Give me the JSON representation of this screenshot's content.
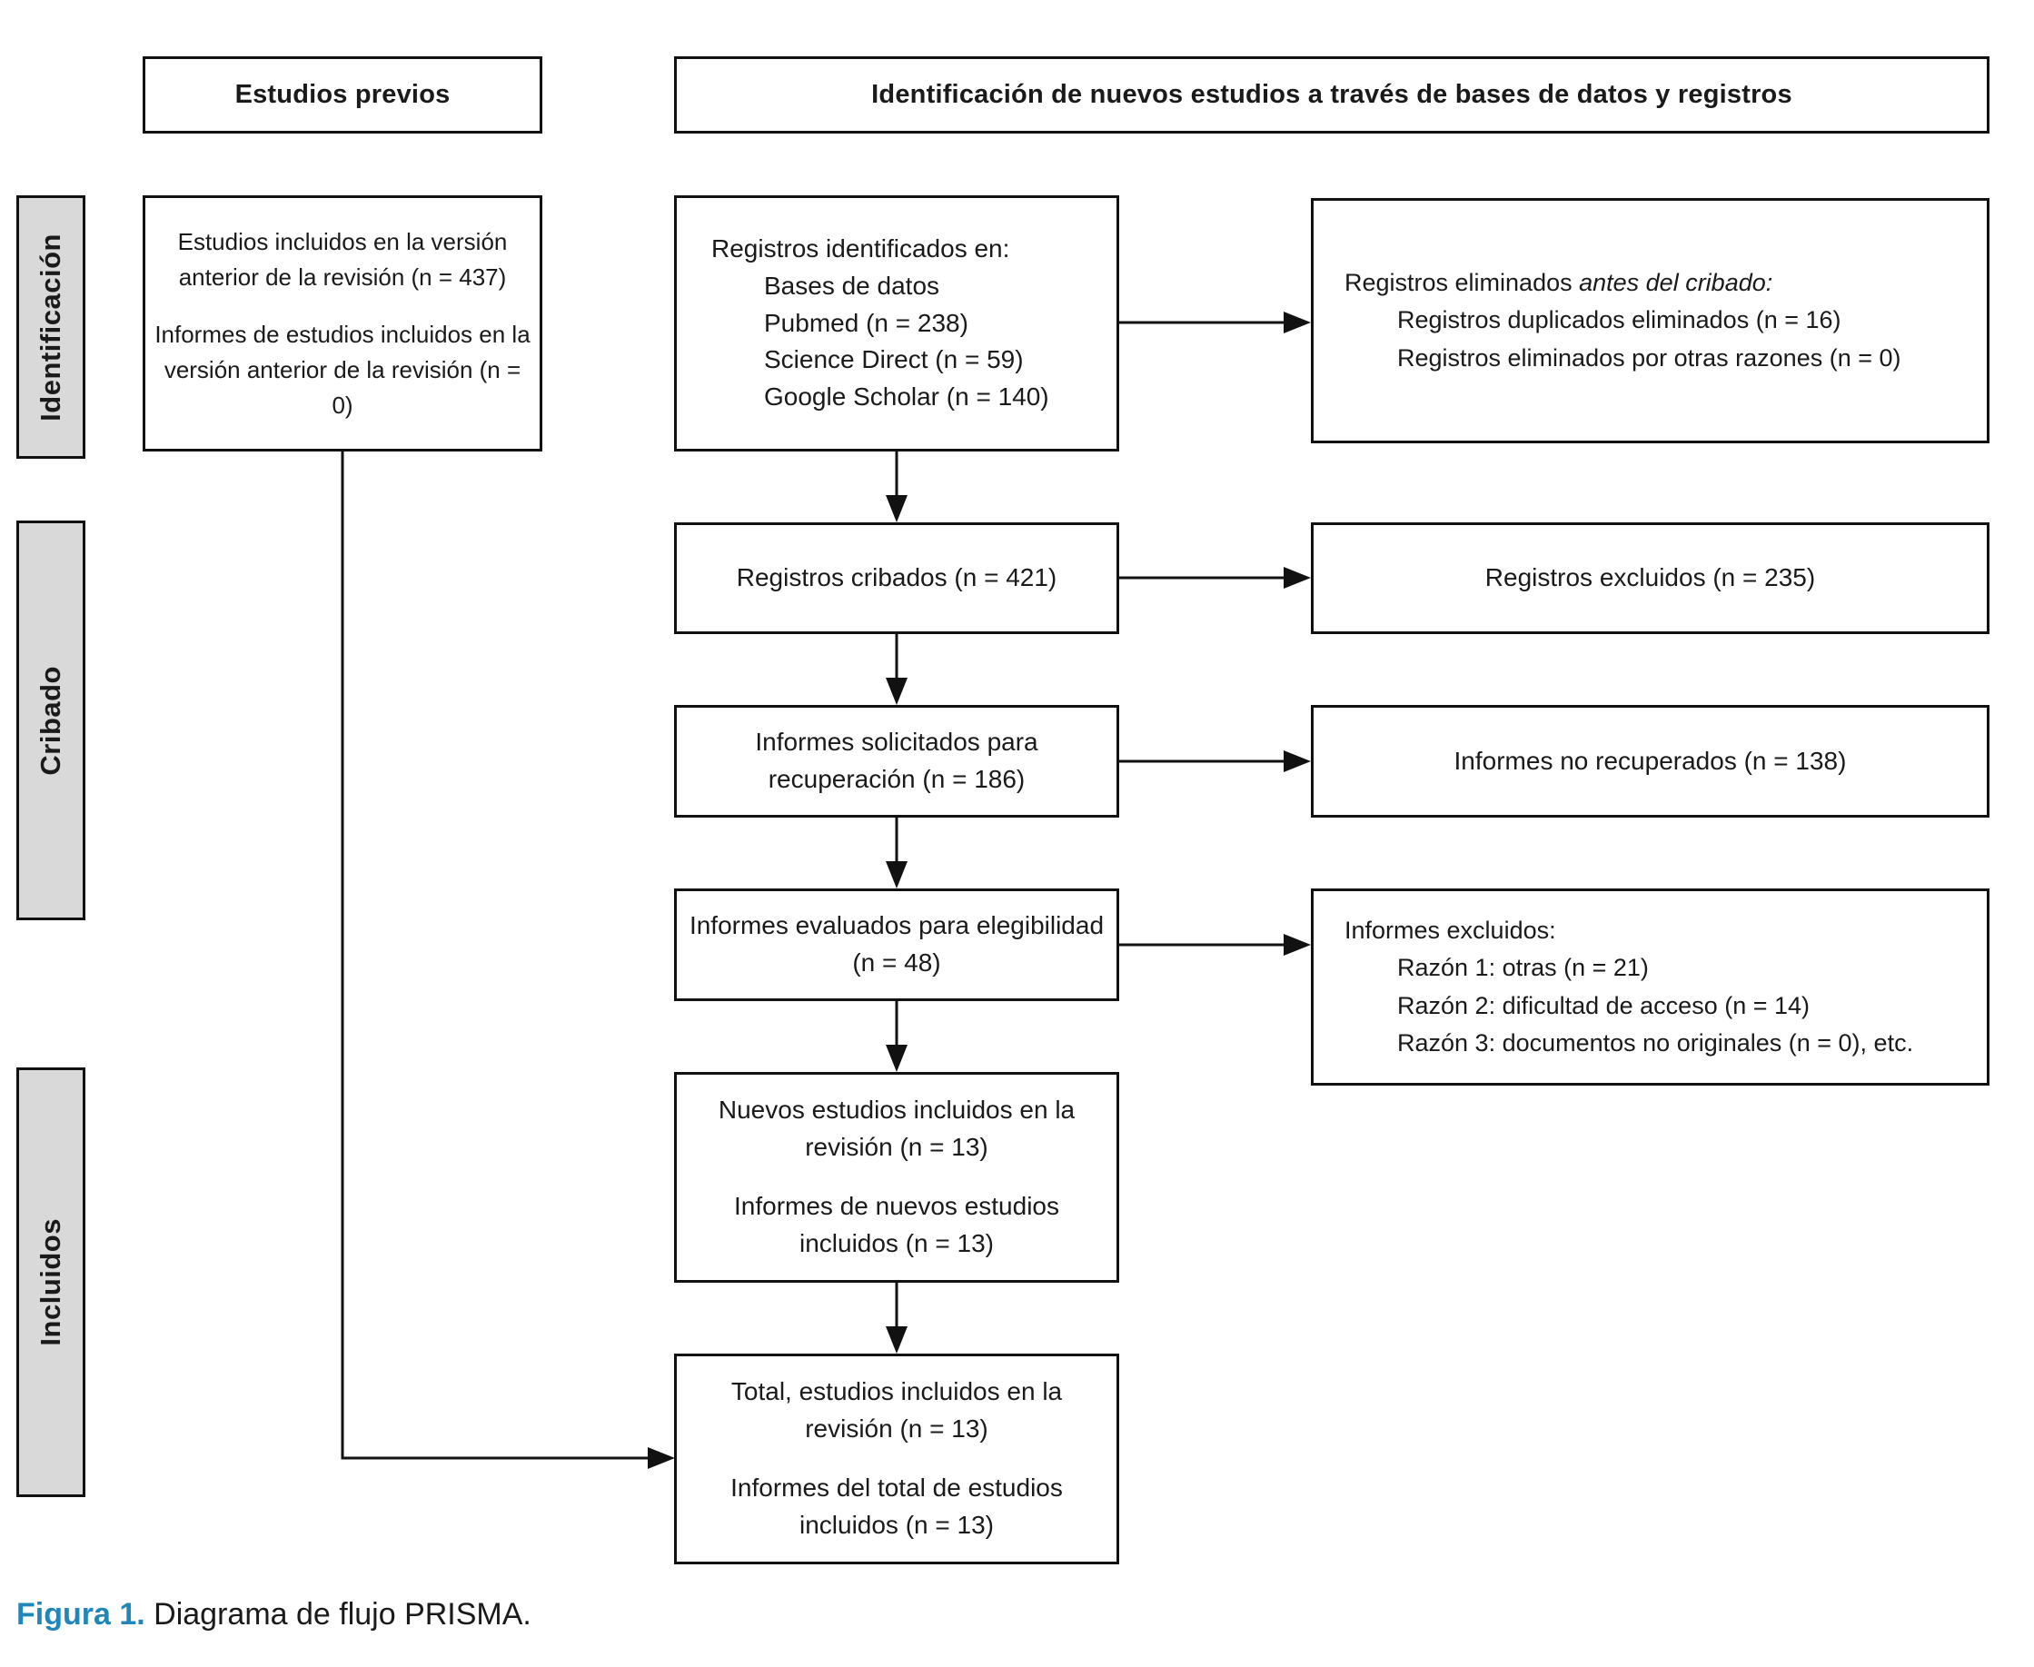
{
  "figure": {
    "caption_label": "Figura 1.",
    "caption_text": "Diagrama de flujo PRISMA."
  },
  "headers": {
    "previous_studies": "Estudios previos",
    "new_studies": "Identificación de nuevos estudios a través de bases de datos y registros"
  },
  "stage_labels": {
    "identification": "Identificación",
    "screening": "Cribado",
    "included": "Incluidos"
  },
  "boxes": {
    "previous_included": {
      "line1": "Estudios incluidos en la versión anterior de la revisión (n = 437)",
      "line2": "Informes de estudios incluidos en la versión anterior de la revisión (n = 0)"
    },
    "records_identified": {
      "title": "Registros identificados en:",
      "items": [
        "Bases de datos",
        "Pubmed (n = 238)",
        "Science Direct (n = 59)",
        "Google Scholar (n = 140)"
      ]
    },
    "records_removed": {
      "title_plain": "Registros eliminados ",
      "title_italic": "antes del cribado:",
      "items": [
        "Registros duplicados eliminados (n = 16)",
        "Registros eliminados por otras razones (n = 0)"
      ]
    },
    "records_screened": "Registros cribados (n = 421)",
    "records_excluded": "Registros excluidos (n = 235)",
    "reports_sought": "Informes solicitados para recuperación (n = 186)",
    "reports_not_retrieved": "Informes no recuperados (n = 138)",
    "reports_assessed": "Informes evaluados para elegibilidad (n = 48)",
    "reports_excluded": {
      "title": "Informes excluidos:",
      "items": [
        "Razón 1: otras (n = 21)",
        "Razón 2: dificultad de acceso (n = 14)",
        "Razón 3: documentos no originales (n = 0), etc."
      ]
    },
    "new_studies_included": {
      "line1": "Nuevos estudios incluidos en la revisión (n = 13)",
      "line2": "Informes de nuevos estudios incluidos (n = 13)"
    },
    "total_included": {
      "line1": "Total, estudios incluidos en la revisión (n = 13)",
      "line2": "Informes del total de estudios incluidos (n = 13)"
    }
  },
  "colors": {
    "accent_blue": "#2187ba",
    "sidebar_fill": "#d9d9d9",
    "line_black": "#111111"
  }
}
